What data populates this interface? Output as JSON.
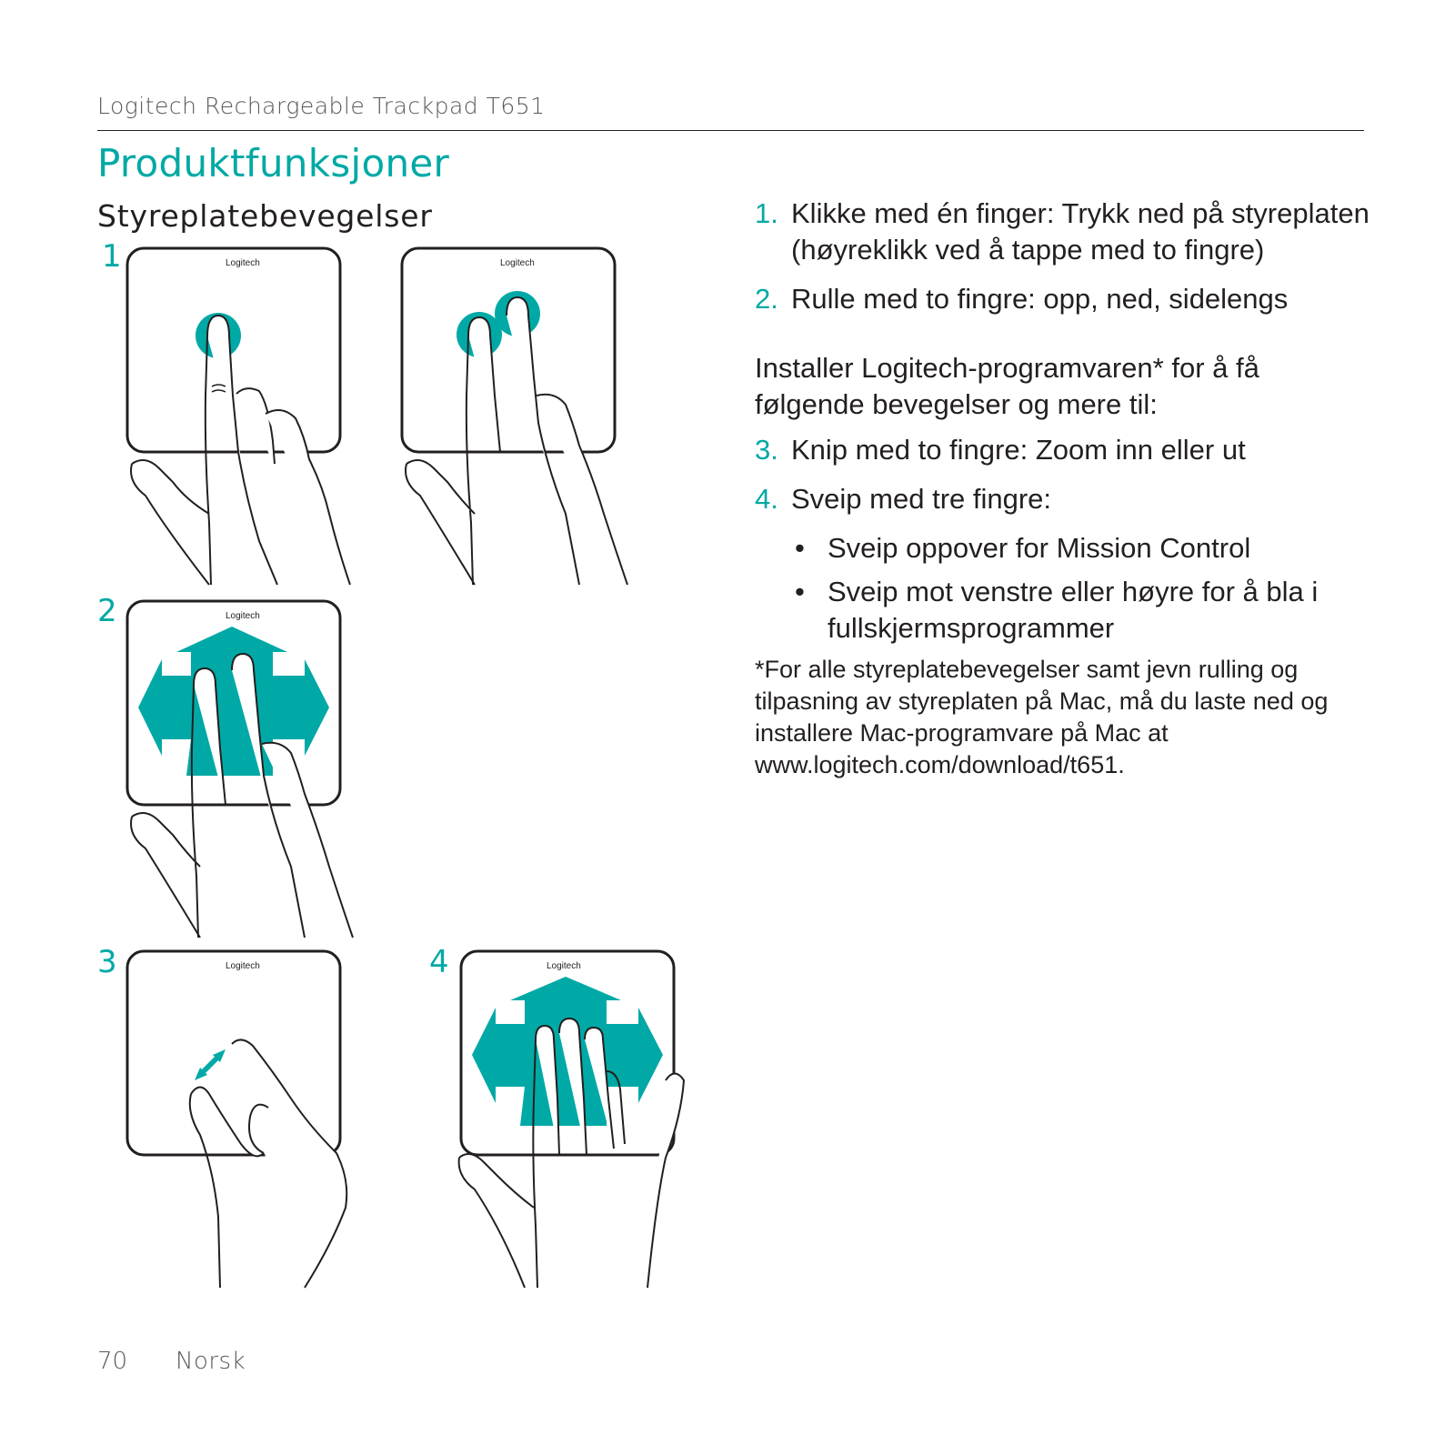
{
  "header": {
    "product_title": "Logitech Rechargeable Trackpad T651"
  },
  "page_heading": "Produktfunksjoner",
  "section_heading": "Styreplatebevegelser",
  "figures": [
    {
      "label": "1",
      "logo_text": "Logitech"
    },
    {
      "label": "",
      "logo_text": "Logitech"
    },
    {
      "label": "2",
      "logo_text": "Logitech"
    },
    {
      "label": "3",
      "logo_text": "Logitech"
    },
    {
      "label": "4",
      "logo_text": "Logitech"
    }
  ],
  "instructions": {
    "items": [
      {
        "num": "1.",
        "text": "Klikke med én finger: Trykk ned på styreplaten (høyreklikk ved å tappe med to fingre)"
      },
      {
        "num": "2.",
        "text": "Rulle med to fingre: opp, ned, sidelengs"
      }
    ],
    "install_note": "Installer Logitech-programvaren* for å få følgende bevegelser og mere til:",
    "extra_items": [
      {
        "num": "3.",
        "text": "Knip med to fingre: Zoom inn eller ut"
      },
      {
        "num": "4.",
        "text": "Sveip med tre fingre:"
      }
    ],
    "sub_items": [
      {
        "bullet": "•",
        "text": "Sveip oppover for Mission Control"
      },
      {
        "bullet": "•",
        "text": "Sveip mot venstre eller høyre for å bla i fullskjermsprogrammer"
      }
    ],
    "footnote": "*For alle styreplatebevegelser samt jevn rulling og tilpasning av styreplaten på Mac, må du laste ned og installere Mac-programvare på Mac at www.logitech.com/download/t651."
  },
  "footer": {
    "page_number": "70",
    "language": "Norsk"
  },
  "colors": {
    "accent": "#00a9a5",
    "text": "#231f20",
    "muted": "#58595b"
  },
  "icons": [
    "hand-single-finger-tap-icon",
    "hand-two-finger-tap-icon",
    "hand-two-finger-scroll-icon",
    "hand-pinch-icon",
    "hand-three-finger-swipe-icon",
    "logitech-logo-icon"
  ]
}
